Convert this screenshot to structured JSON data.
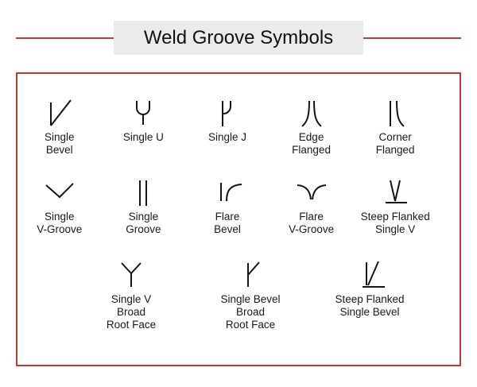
{
  "title": "Weld Groove Symbols",
  "colors": {
    "accent_red": "#c23a30",
    "title_bg": "#ebebeb",
    "ink": "#1a1a1a"
  },
  "rows": [
    {
      "cells": [
        {
          "symbol": "single-bevel",
          "label": "Single\nBevel"
        },
        {
          "symbol": "single-u",
          "label": "Single U"
        },
        {
          "symbol": "single-j",
          "label": "Single J"
        },
        {
          "symbol": "edge-flanged",
          "label": "Edge\nFlanged"
        },
        {
          "symbol": "corner-flanged",
          "label": "Corner\nFlanged"
        }
      ]
    },
    {
      "cells": [
        {
          "symbol": "single-v-groove",
          "label": "Single\nV-Groove"
        },
        {
          "symbol": "single-groove",
          "label": "Single\nGroove"
        },
        {
          "symbol": "flare-bevel",
          "label": "Flare\nBevel"
        },
        {
          "symbol": "flare-v-groove",
          "label": "Flare\nV-Groove"
        },
        {
          "symbol": "steep-flanked-single-v",
          "label": "Steep Flanked\nSingle V"
        }
      ]
    },
    {
      "cells": [
        {
          "symbol": "single-v-broad-root-face",
          "label": "Single V\nBroad\nRoot Face"
        },
        {
          "symbol": "single-bevel-broad-root-face",
          "label": "Single Bevel\nBroad\nRoot Face"
        },
        {
          "symbol": "steep-flanked-single-bevel",
          "label": "Steep Flanked\nSingle Bevel"
        }
      ]
    }
  ]
}
